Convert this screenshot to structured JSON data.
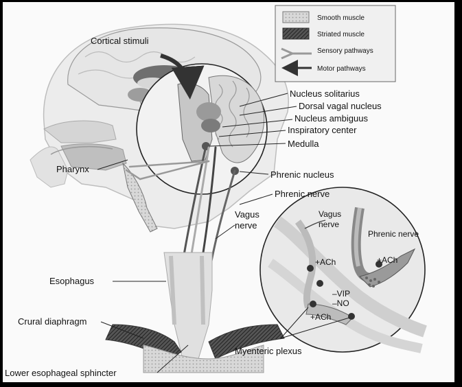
{
  "legend": [
    {
      "label": "Smooth muscle",
      "swatch": "smooth"
    },
    {
      "label": "Striated muscle",
      "swatch": "striated"
    },
    {
      "label": "Sensory pathways",
      "swatch": "sensory"
    },
    {
      "label": "Motor pathways",
      "swatch": "motor"
    }
  ],
  "labels": {
    "cortical_stimuli": "Cortical stimuli",
    "nucleus_solitarius": "Nucleus solitarius",
    "dorsal_vagal_nucleus": "Dorsal vagal nucleus",
    "nucleus_ambiguus": "Nucleus ambiguus",
    "inspiratory_center": "Inspiratory center",
    "medulla": "Medulla",
    "pharynx": "Pharynx",
    "phrenic_nucleus": "Phrenic nucleus",
    "phrenic_nerve": "Phrenic nerve",
    "vagus_nerve_line1": "Vagus",
    "vagus_nerve_line2": "nerve",
    "esophagus": "Esophagus",
    "crural_diaphragm": "Crural diaphragm",
    "lower_esophageal_sphincter": "Lower esophageal sphincter",
    "myenteric_plexus": "Myenteric plexus"
  },
  "inset": {
    "vagus_line1": "Vagus",
    "vagus_line2": "nerve",
    "phrenic_nerve": "Phrenic nerve",
    "ach_top_left": "+ACh",
    "ach_top_right": "+ACh",
    "vip": "–VIP",
    "no": "–NO",
    "ach_bottom": "+ACh"
  },
  "colors": {
    "background": "#000000",
    "panel": "#fafafa",
    "line": "#222222",
    "smooth": "#c9c9c9",
    "striated": "#444444"
  }
}
